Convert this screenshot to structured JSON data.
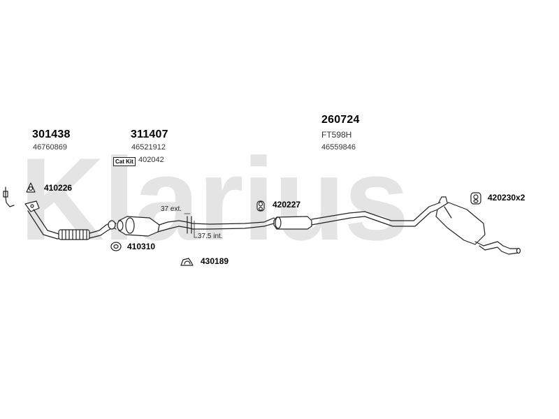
{
  "watermark": "Klarius",
  "parts": {
    "front_pipe": {
      "code": "301438",
      "oe": "46760869"
    },
    "catalyst": {
      "code": "311407",
      "oe": "46521912",
      "catkit_badge": "Cat Kit",
      "catkit_code": "402042"
    },
    "rear_section": {
      "code": "260724",
      "ref": "FT598H",
      "oe": "46559846"
    }
  },
  "fittings": {
    "gasket_front": "410226",
    "ring_gasket": "410310",
    "clamp": "430189",
    "mount_mid": "420227",
    "mount_rear": "420230x2"
  },
  "dimensions": {
    "ext": "37 ext.",
    "int": "37.5 int."
  }
}
